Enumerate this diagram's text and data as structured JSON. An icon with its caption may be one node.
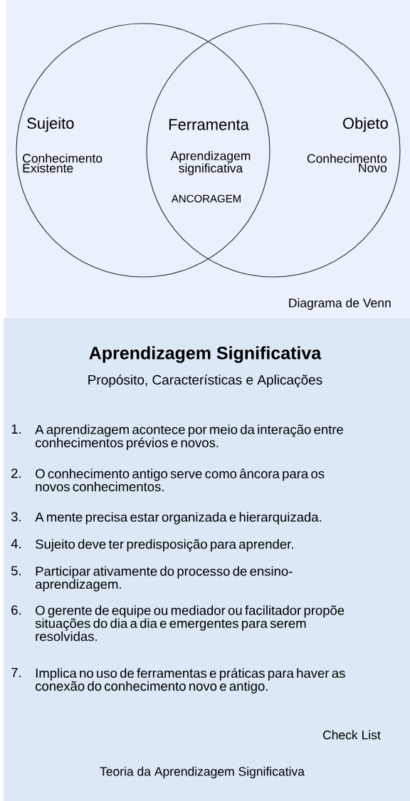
{
  "diagram": {
    "title": "Aprendizagem Significativa",
    "caption": "Teoria da Aprendizagem Significativa",
    "nodes": [
      {
        "text": [
          "Sujeito",
          "Conhecimento Existente"
        ]
      },
      {
        "text": [
          "Ferramenta",
          "Aprendizagem significativa",
          "ANCORAGEM"
        ]
      },
      {
        "text": [
          "Objeto",
          "Conhecimento Novo"
        ]
      }
    ],
    "labels": [
      "Diagrama de Venn",
      "Propósito, Características e Aplicações",
      "1.",
      "A aprendizagem acontece por meio da interação entre conhecimentos prévios e novos.",
      "2.",
      "O conhecimento antigo serve como âncora para os novos conhecimentos.",
      "3.",
      "A mente precisa estar organizada e hierarquizada.",
      "4.",
      "Sujeito deve ter predisposição para aprender.",
      "5.",
      "Participar ativamente do processo de ensino-aprendizagem.",
      "6.",
      "O gerente de equipe ou mediador ou facilitador propõe situações do dia a dia e emergentes para serem resolvidas.",
      "7.",
      "Implica no uso de ferramentas e práticas para haver as conexão  do conhecimento  novo e antigo.",
      "Check List"
    ]
  }
}
